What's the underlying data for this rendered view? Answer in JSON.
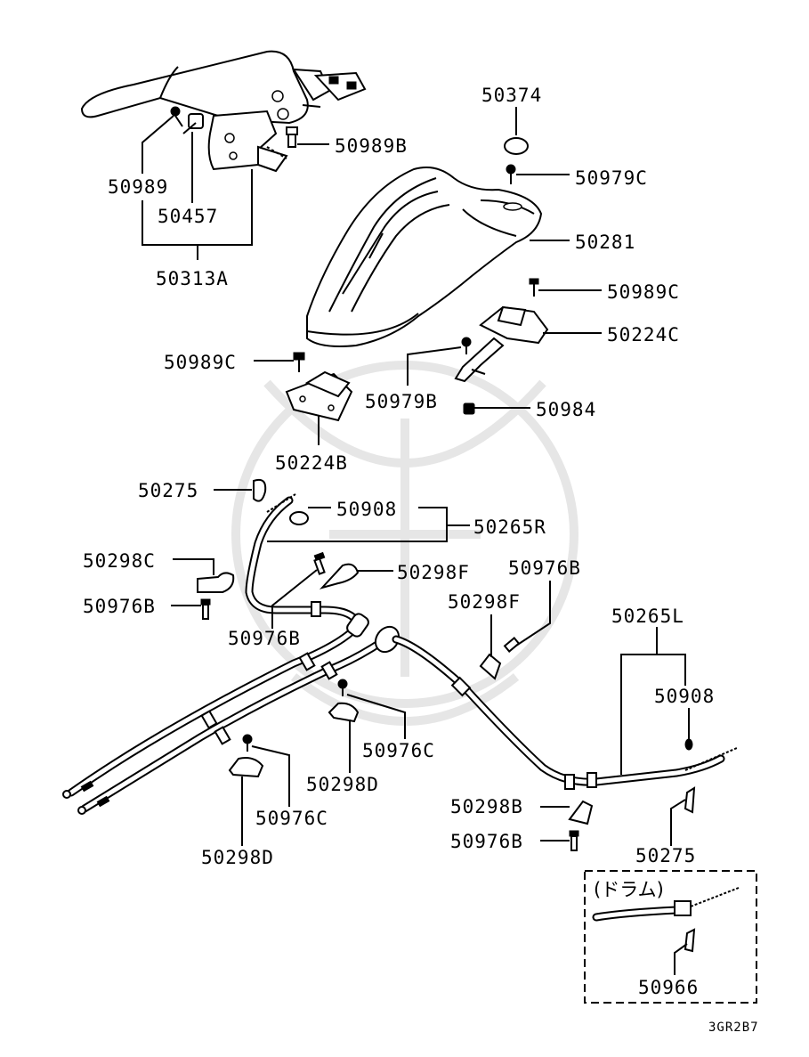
{
  "diagram": {
    "part_labels": {
      "p50374": "50374",
      "p50979C": "50979C",
      "p50281": "50281",
      "p50989C_top": "50989C",
      "p50224C": "50224C",
      "p50979B": "50979B",
      "p50984": "50984",
      "p50989B": "50989B",
      "p50989": "50989",
      "p50457": "50457",
      "p50313A": "50313A",
      "p50989C_left": "50989C",
      "p50224B": "50224B",
      "p50275_top": "50275",
      "p50908_top": "50908",
      "p50265R": "50265R",
      "p50298C": "50298C",
      "p50976B_left": "50976B",
      "p50976B_mid": "50976B",
      "p50298F_mid": "50298F",
      "p50976B_right": "50976B",
      "p50298F_right": "50298F",
      "p50265L": "50265L",
      "p50908_right": "50908",
      "p50976C_mid": "50976C",
      "p50298D_mid": "50298D",
      "p50976C_low": "50976C",
      "p50298D_low": "50298D",
      "p50298B": "50298B",
      "p50976B_low": "50976B",
      "p50275_low": "50275",
      "p50966": "50966"
    },
    "inset_title": "(ドラム)",
    "figure_code": "3GR2B7"
  }
}
